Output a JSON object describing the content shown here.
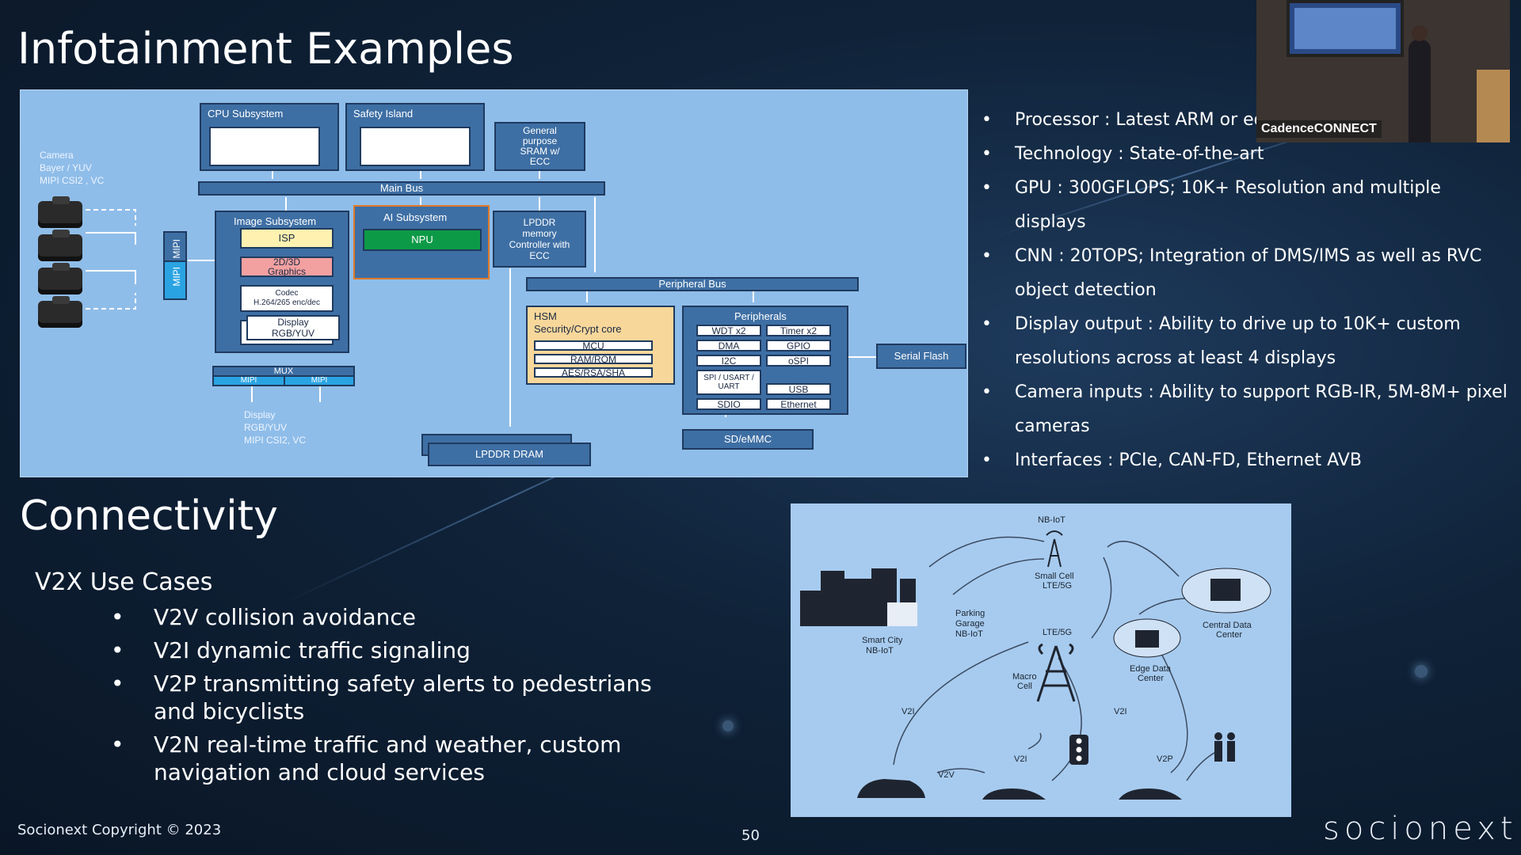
{
  "slide": {
    "title": "Infotainment Examples",
    "section_title": "Connectivity",
    "footer": "Socionext Copyright © 2023",
    "page_number": "50",
    "brand": "socionext"
  },
  "architecture": {
    "camera_label": [
      "Camera",
      "Bayer / YUV",
      "MIPI CSI2 , VC"
    ],
    "mipi": [
      "MIPI",
      "MIPI"
    ],
    "cpu_subsystem": "CPU  Subsystem",
    "safety_island": "Safety Island",
    "general_sram": [
      "General",
      "purpose",
      "SRAM w/",
      "ECC"
    ],
    "main_bus": "Main Bus",
    "image_subsystem": "Image Subsystem",
    "isp": "ISP",
    "graphics": [
      "2D/3D",
      "Graphics"
    ],
    "codec": [
      "Codec",
      "H.264/265 enc/dec"
    ],
    "display_block": [
      "Display",
      "RGB/YUV"
    ],
    "ai_subsystem": "AI Subsystem",
    "npu": "NPU",
    "lpddr_ctrl": [
      "LPDDR",
      "memory",
      "Controller  with",
      "ECC"
    ],
    "peripheral_bus": "Peripheral Bus",
    "mux": "MUX",
    "mux_mipi": [
      "MIPI",
      "MIPI"
    ],
    "display_out": [
      "Display",
      "RGB/YUV",
      "MIPI CSI2, VC"
    ],
    "hsm": [
      "HSM",
      "Security/Crypt core"
    ],
    "hsm_items": [
      "MCU",
      "RAM/ROM",
      "AES/RSA/SHA"
    ],
    "lpddr_dram": "LPDDR DRAM",
    "peripherals": "Peripherals",
    "periph_items": [
      "WDT x2",
      "Timer x2",
      "DMA",
      "GPIO",
      "I2C",
      "oSPI",
      "SPI / USART / UART",
      "USB",
      "SDIO",
      "Ethernet"
    ],
    "sd_emmc": "SD/eMMC",
    "serial_flash": "Serial Flash"
  },
  "specs": [
    "Processor : Latest ARM or eq",
    "Technology : State-of-the-art",
    "GPU : 300GFLOPS; 10K+ Resolution and multiple displays",
    "CNN : 20TOPS; Integration of DMS/IMS as well as RVC object detection",
    "Display output : Ability to drive up to 10K+ custom resolutions across at least 4 displays",
    "Camera inputs : Ability to support RGB-IR, 5M-8M+ pixel cameras",
    "Interfaces : PCIe, CAN-FD, Ethernet AVB"
  ],
  "camera_feed": {
    "label": "CadenceCONNECT"
  },
  "v2x": {
    "heading": "V2X Use Cases",
    "items": [
      "V2V collision avoidance",
      "V2I dynamic traffic signaling",
      "V2P transmitting safety alerts to pedestrians and bicyclists",
      "V2N real-time traffic and weather, custom navigation and cloud services"
    ]
  },
  "connectivity_diagram": {
    "nb_iot": "NB-IoT",
    "small_cell": [
      "Small Cell",
      "LTE/5G"
    ],
    "parking": [
      "Parking",
      "Garage",
      "NB-IoT"
    ],
    "smart_city": [
      "Smart City",
      "NB-IoT"
    ],
    "central_dc": [
      "Central Data",
      "Center"
    ],
    "lte": "LTE/5G",
    "macro": [
      "Macro",
      "Cell"
    ],
    "edge_dc": [
      "Edge Data",
      "Center"
    ],
    "v2i_left": "V2I",
    "v2i_right": "V2I",
    "v2i_mid": "V2I",
    "v2v": "V2V",
    "v2p": "V2P"
  },
  "colors": {
    "background": "#0f2238",
    "diagram_bg": "#8fbde9",
    "block_dark": "#3e6fa4",
    "npu_green": "#0d9a46",
    "isp_yellow": "#fff2b0",
    "graphics_red": "#f2a0a0",
    "hsm_orange": "#f8d79a"
  }
}
